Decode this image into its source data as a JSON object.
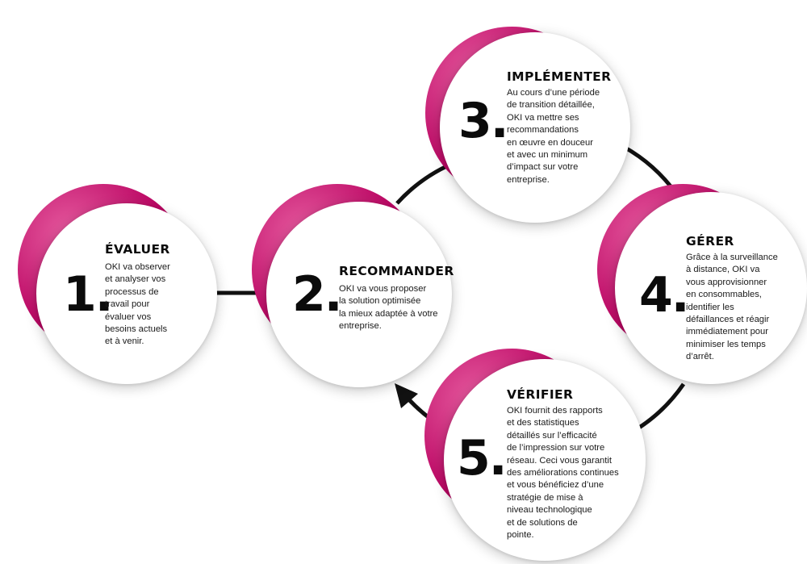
{
  "colors": {
    "accent": "#b8005f",
    "accent_light": "#e65b9f",
    "connector": "#111111",
    "disc": "#ffffff",
    "text": "#111111"
  },
  "steps": [
    {
      "number": "1.",
      "title": "ÉVALUER",
      "text": "OKI va observer\net analyser vos\nprocessus de\ntravail pour\névaluer vos\nbesoins actuels\net à venir."
    },
    {
      "number": "2.",
      "title": "RECOMMANDER",
      "text": "OKI va vous proposer\nla solution optimisée\nla mieux adaptée à votre\nentreprise."
    },
    {
      "number": "3.",
      "title": "IMPLÉMENTER",
      "text": "Au cours d’une période\nde transition détaillée,\nOKI va mettre ses\nrecommandations\nen œuvre en douceur\net avec un minimum\nd’impact sur votre\nentreprise."
    },
    {
      "number": "4.",
      "title": "GÉRER",
      "text": "Grâce à la surveillance\nà distance, OKI va\nvous approvisionner\nen consommables,\nidentifier les\ndéfaillances et réagir\nimmédiatement pour\nminimiser les temps\nd’arrêt."
    },
    {
      "number": "5.",
      "title": "VÉRIFIER",
      "text": "OKI fournit des rapports\net des statistiques\ndétaillés sur l’efficacité\nde l’impression sur votre\nréseau. Ceci vous garantit\ndes améliorations continues\net vous bénéficiez d’une\nstratégie de mise à\nniveau technologique\net de solutions de\npointe."
    }
  ]
}
